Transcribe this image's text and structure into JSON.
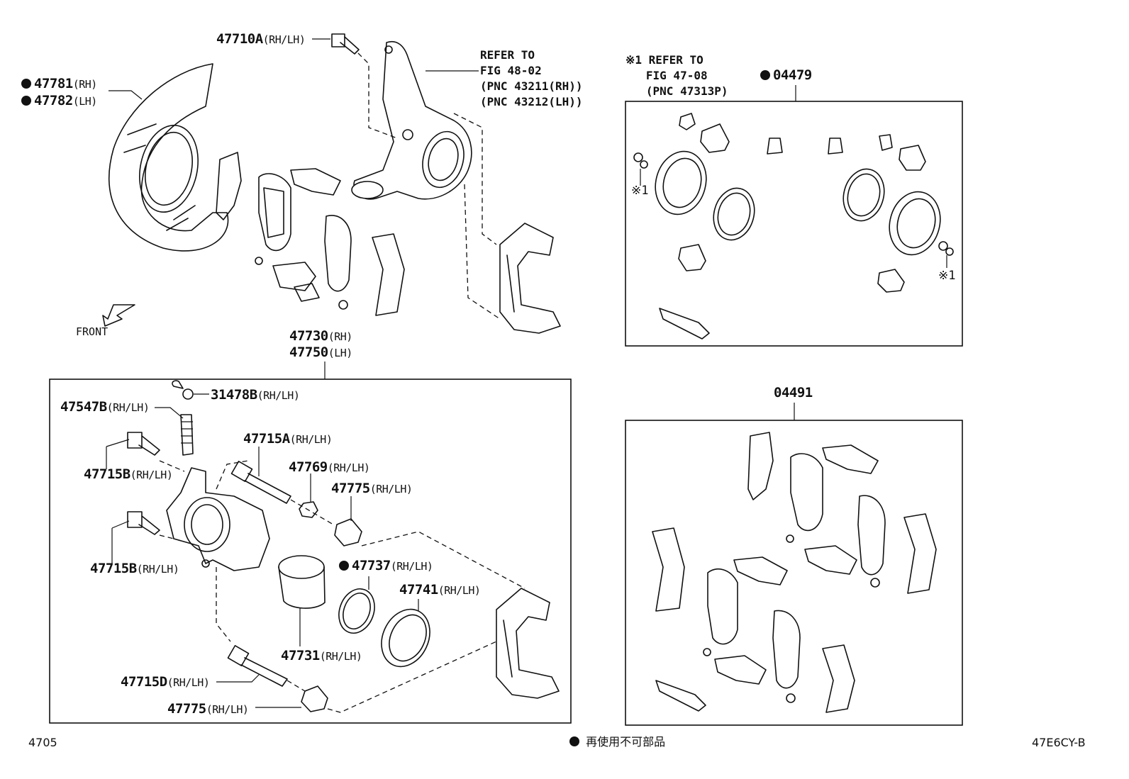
{
  "labels": {
    "p47710A": {
      "code": "47710A",
      "side": "(RH/LH)"
    },
    "p47781": {
      "code": "47781",
      "side": "(RH)"
    },
    "p47782": {
      "code": "47782",
      "side": "(LH)"
    },
    "p47730": {
      "code": "47730",
      "side": "(RH)"
    },
    "p47750": {
      "code": "47750",
      "side": "(LH)"
    },
    "p31478B": {
      "code": "31478B",
      "side": "(RH/LH)"
    },
    "p47547B": {
      "code": "47547B",
      "side": "(RH/LH)"
    },
    "p47715A": {
      "code": "47715A",
      "side": "(RH/LH)"
    },
    "p47769": {
      "code": "47769",
      "side": "(RH/LH)"
    },
    "p47775a": {
      "code": "47775",
      "side": "(RH/LH)"
    },
    "p47715B1": {
      "code": "47715B",
      "side": "(RH/LH)"
    },
    "p47715B2": {
      "code": "47715B",
      "side": "(RH/LH)"
    },
    "p47737": {
      "code": "47737",
      "side": "(RH/LH)"
    },
    "p47741": {
      "code": "47741",
      "side": "(RH/LH)"
    },
    "p47731": {
      "code": "47731",
      "side": "(RH/LH)"
    },
    "p47715D": {
      "code": "47715D",
      "side": "(RH/LH)"
    },
    "p47775b": {
      "code": "47775",
      "side": "(RH/LH)"
    },
    "p04479": {
      "code": "04479",
      "side": ""
    },
    "p04491": {
      "code": "04491",
      "side": ""
    }
  },
  "refer_knuckle": [
    "REFER TO",
    "FIG 48-02",
    "(PNC 43211(RH))",
    "(PNC 43212(LH))"
  ],
  "refer_kit": [
    "※1 REFER TO",
    "   FIG 47-08",
    "   (PNC 47313P)"
  ],
  "marks": {
    "note1_a": "※1",
    "note1_b": "※1"
  },
  "front_label": "FRONT",
  "footer": {
    "left_code": "4705",
    "legend_text": "再使用不可部品",
    "right_code": "47E6CY-B"
  }
}
